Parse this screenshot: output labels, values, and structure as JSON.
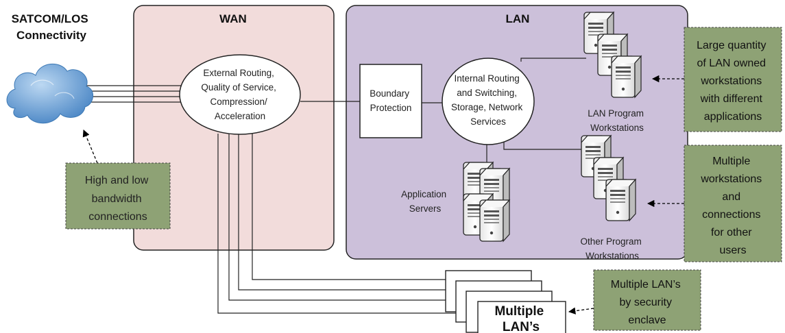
{
  "title": [
    "SATCOM/LOS",
    "Connectivity"
  ],
  "regions": {
    "wan": {
      "label": "WAN",
      "fill": "#f2dcdb"
    },
    "lan": {
      "label": "LAN",
      "fill": "#ccc0da"
    }
  },
  "nodes": {
    "external_routing": [
      "External Routing,",
      "Quality of Service,",
      "Compression/",
      "Acceleration"
    ],
    "boundary": [
      "Boundary",
      "Protection"
    ],
    "internal_routing": [
      "Internal Routing",
      "and Switching,",
      "Storage, Network",
      "Services"
    ],
    "app_servers": [
      "Application",
      "Servers"
    ],
    "lan_program": [
      "LAN Program",
      "Workstations"
    ],
    "other_program": [
      "Other Program",
      "Workstations"
    ],
    "multiple_lans": [
      "Multiple",
      "LAN’s"
    ]
  },
  "callouts": {
    "bandwidth": [
      "High and low",
      "bandwidth",
      "connections"
    ],
    "lan_owned": [
      "Large quantity",
      "of LAN owned",
      "workstations",
      "with different",
      "applications"
    ],
    "multiple_ws": [
      "Multiple",
      "workstations",
      "and",
      "connections",
      "for other",
      "users"
    ],
    "enclave": [
      "Multiple LAN’s",
      "by security",
      "enclave"
    ]
  },
  "colors": {
    "callout_fill": "#8ea275",
    "cloud": "#5b9bd5",
    "server": "#f2f2f2"
  }
}
